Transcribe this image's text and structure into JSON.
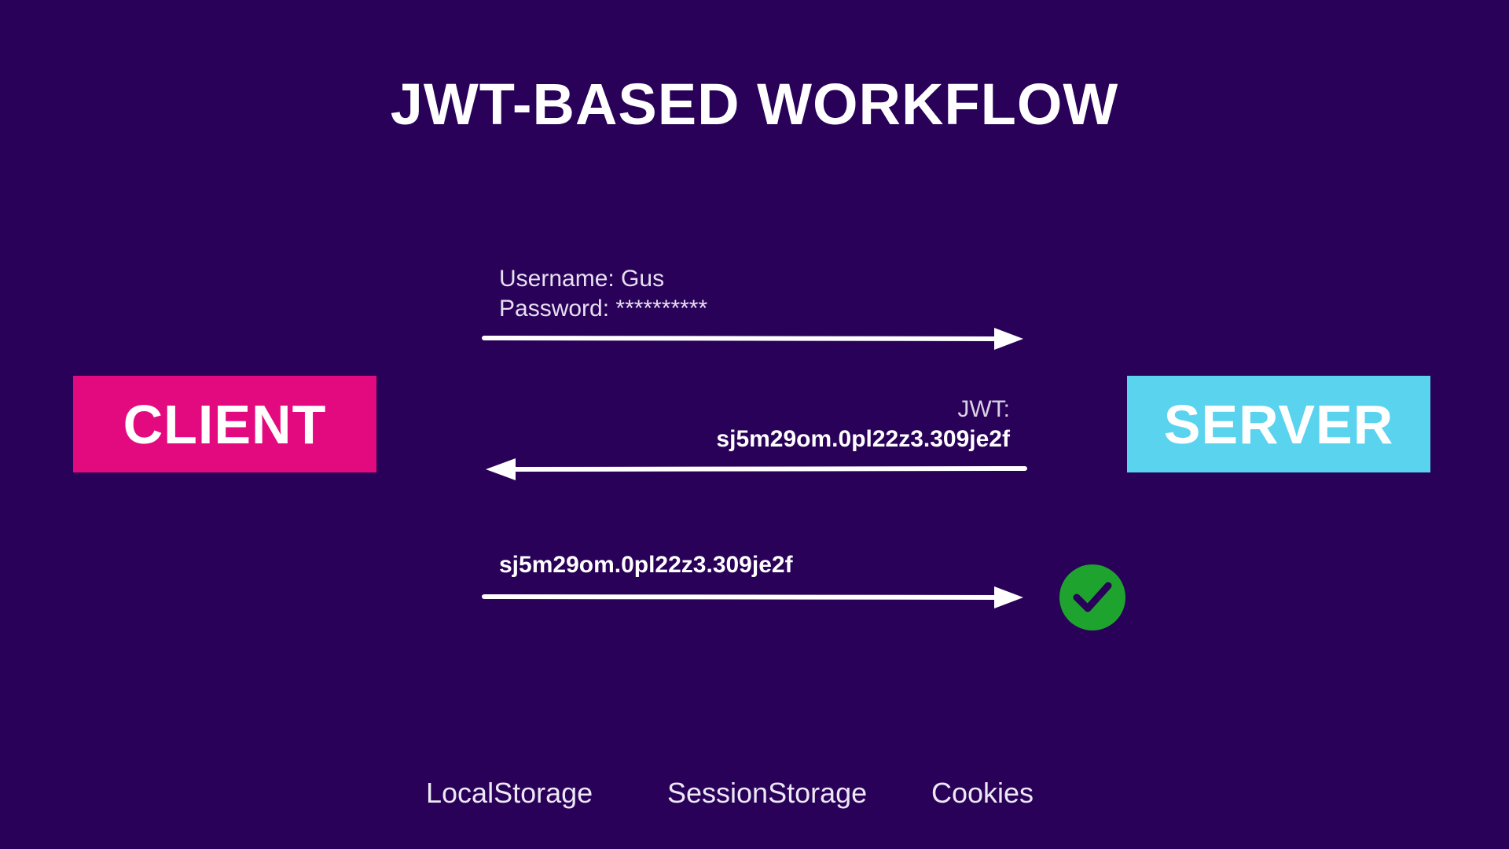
{
  "title": "JWT-BASED WORKFLOW",
  "client": {
    "label": "CLIENT",
    "color": "#e30a7f"
  },
  "server": {
    "label": "SERVER",
    "color": "#5ad3ef"
  },
  "login_request": {
    "username_line": "Username: Gus",
    "password_line": "Password: **********"
  },
  "token_response": {
    "label": "JWT:",
    "token": "sj5m29om.0pl22z3.309je2f"
  },
  "authenticated_request": {
    "token": "sj5m29om.0pl22z3.309je2f"
  },
  "verification": {
    "icon": "check-icon",
    "color": "#1fa32f"
  },
  "storage_options": [
    "LocalStorage",
    "SessionStorage",
    "Cookies"
  ],
  "colors": {
    "background": "#2a0159",
    "arrow": "#ffffff"
  }
}
